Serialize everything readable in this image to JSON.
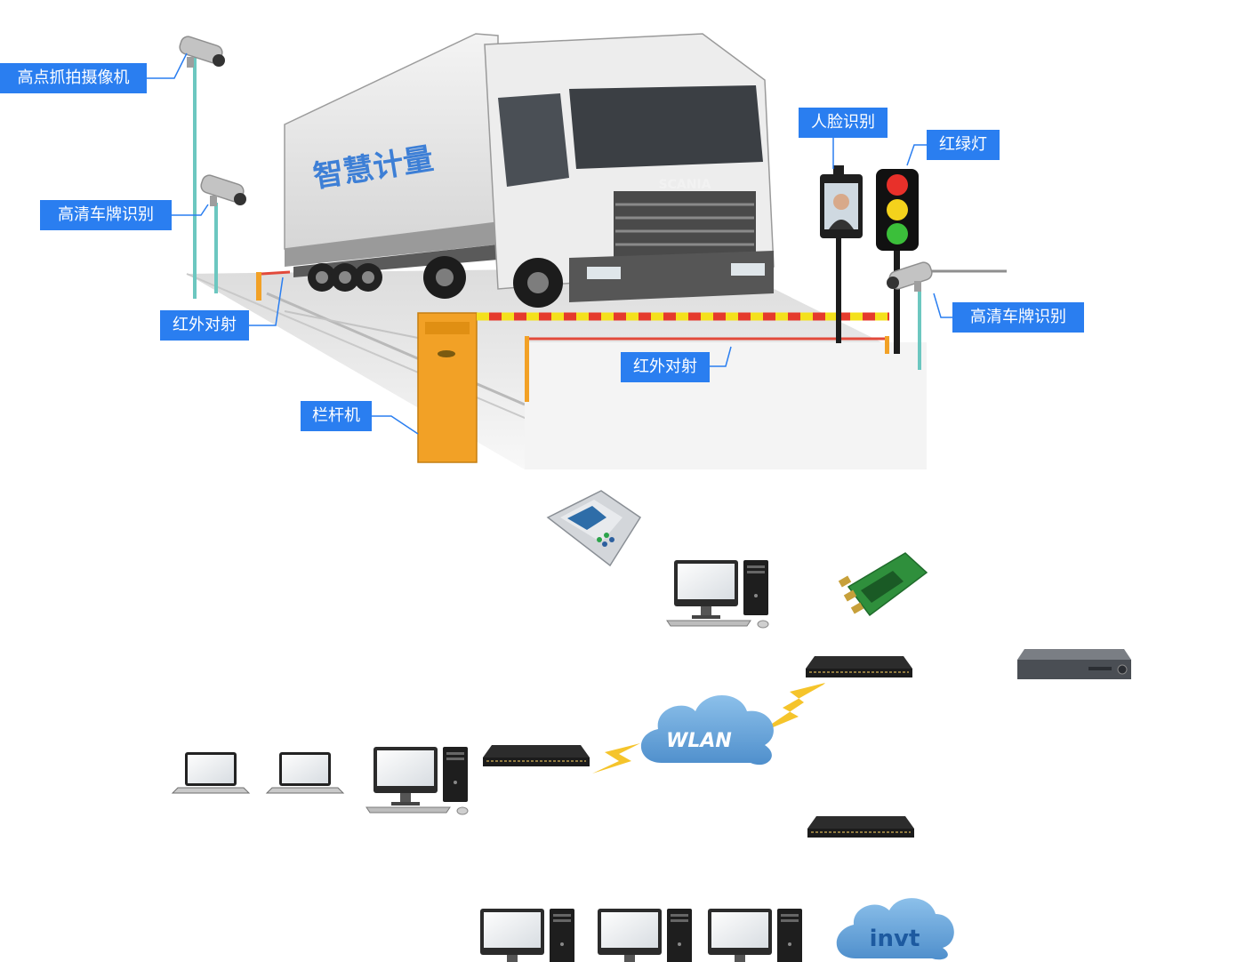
{
  "labels": {
    "high_camera": "高点抓拍摄像机",
    "hd_plate_left": "高清车牌识别",
    "infrared_left": "红外对射",
    "barrier": "栏杆机",
    "face_recognition": "人脸识别",
    "traffic_light": "红绿灯",
    "hd_plate_right": "高清车牌识别",
    "infrared_right": "红外对射"
  },
  "truck": {
    "side_text": "智慧计量",
    "brand": "SCANIA"
  },
  "network": {
    "cloud_text": "WLAN",
    "brand_cloud_text": "invt"
  },
  "colors": {
    "label_bg": "#2a7ef0",
    "leader_line": "#2a7ef0",
    "pole": "#6cc7c0",
    "barrier_body": "#f2a126",
    "cloud": "#6aa9dc",
    "lightning": "#f5c42b"
  }
}
